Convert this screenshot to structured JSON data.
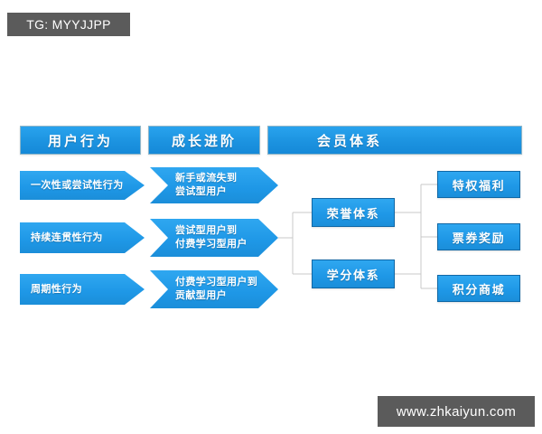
{
  "watermarks": {
    "top_left": "TG: MYYJJPP",
    "bottom_right": "www.zhkaiyun.com"
  },
  "colors": {
    "primary_blue": "#1e97e6",
    "blue_light": "#2fa7f0",
    "blue_dark": "#1b8ed9",
    "box_border": "#1168a6",
    "header_border": "#8fb6c9",
    "connector_line": "#c9c9c9",
    "watermark_bg": "#5b5b5b",
    "text_white": "#ffffff",
    "background": "#ffffff"
  },
  "diagram": {
    "type": "flow-diagram",
    "headers": [
      {
        "label": "用户行为"
      },
      {
        "label": "成长进阶"
      },
      {
        "label": "会员体系"
      }
    ],
    "column_user_behavior": {
      "title": "用户行为",
      "items": [
        {
          "label": "一次性或尝试性行为"
        },
        {
          "label": "持续连贯性行为"
        },
        {
          "label": "周期性行为"
        }
      ]
    },
    "column_growth_stage": {
      "title": "成长进阶",
      "items": [
        {
          "label": "新手或流失到\n尝试型用户"
        },
        {
          "label": "尝试型用户到\n付费学习型用户"
        },
        {
          "label": "付费学习型用户到\n贡献型用户"
        }
      ]
    },
    "column_membership": {
      "title": "会员体系",
      "systems": [
        {
          "label": "荣誉体系"
        },
        {
          "label": "学分体系"
        }
      ],
      "rewards": [
        {
          "label": "特权福利"
        },
        {
          "label": "票券奖励"
        },
        {
          "label": "积分商城"
        }
      ]
    }
  }
}
